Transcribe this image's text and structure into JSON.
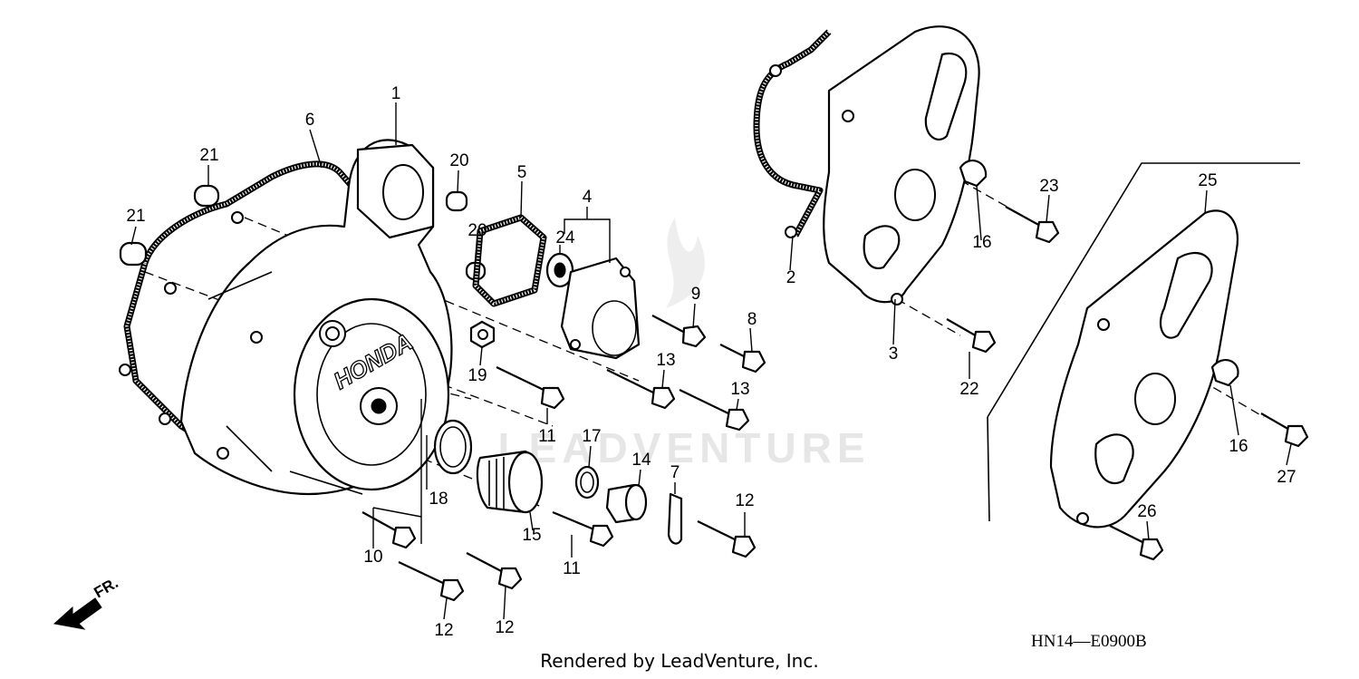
{
  "diagram": {
    "code": "HN14—E0900B",
    "credit": "Rendered by LeadVenture, Inc.",
    "watermark": "LEADVENTURE",
    "brand_on_cover": "HONDA",
    "direction_label": "FR.",
    "callouts": [
      {
        "id": "c1",
        "label": "1"
      },
      {
        "id": "c2",
        "label": "2"
      },
      {
        "id": "c3",
        "label": "3"
      },
      {
        "id": "c4",
        "label": "4"
      },
      {
        "id": "c5",
        "label": "5"
      },
      {
        "id": "c6",
        "label": "6"
      },
      {
        "id": "c7",
        "label": "7"
      },
      {
        "id": "c8",
        "label": "8"
      },
      {
        "id": "c9",
        "label": "9"
      },
      {
        "id": "c10",
        "label": "10"
      },
      {
        "id": "c11a",
        "label": "11"
      },
      {
        "id": "c11b",
        "label": "11"
      },
      {
        "id": "c12a",
        "label": "12"
      },
      {
        "id": "c12b",
        "label": "12"
      },
      {
        "id": "c12c",
        "label": "12"
      },
      {
        "id": "c12d",
        "label": "12"
      },
      {
        "id": "c13a",
        "label": "13"
      },
      {
        "id": "c13b",
        "label": "13"
      },
      {
        "id": "c14",
        "label": "14"
      },
      {
        "id": "c15",
        "label": "15"
      },
      {
        "id": "c16a",
        "label": "16"
      },
      {
        "id": "c16b",
        "label": "16"
      },
      {
        "id": "c17",
        "label": "17"
      },
      {
        "id": "c18",
        "label": "18"
      },
      {
        "id": "c19",
        "label": "19"
      },
      {
        "id": "c20a",
        "label": "20"
      },
      {
        "id": "c20b",
        "label": "20"
      },
      {
        "id": "c21a",
        "label": "21"
      },
      {
        "id": "c21b",
        "label": "21"
      },
      {
        "id": "c22",
        "label": "22"
      },
      {
        "id": "c23",
        "label": "23"
      },
      {
        "id": "c24",
        "label": "24"
      },
      {
        "id": "c25",
        "label": "25"
      },
      {
        "id": "c26",
        "label": "26"
      },
      {
        "id": "c27",
        "label": "27"
      }
    ]
  }
}
